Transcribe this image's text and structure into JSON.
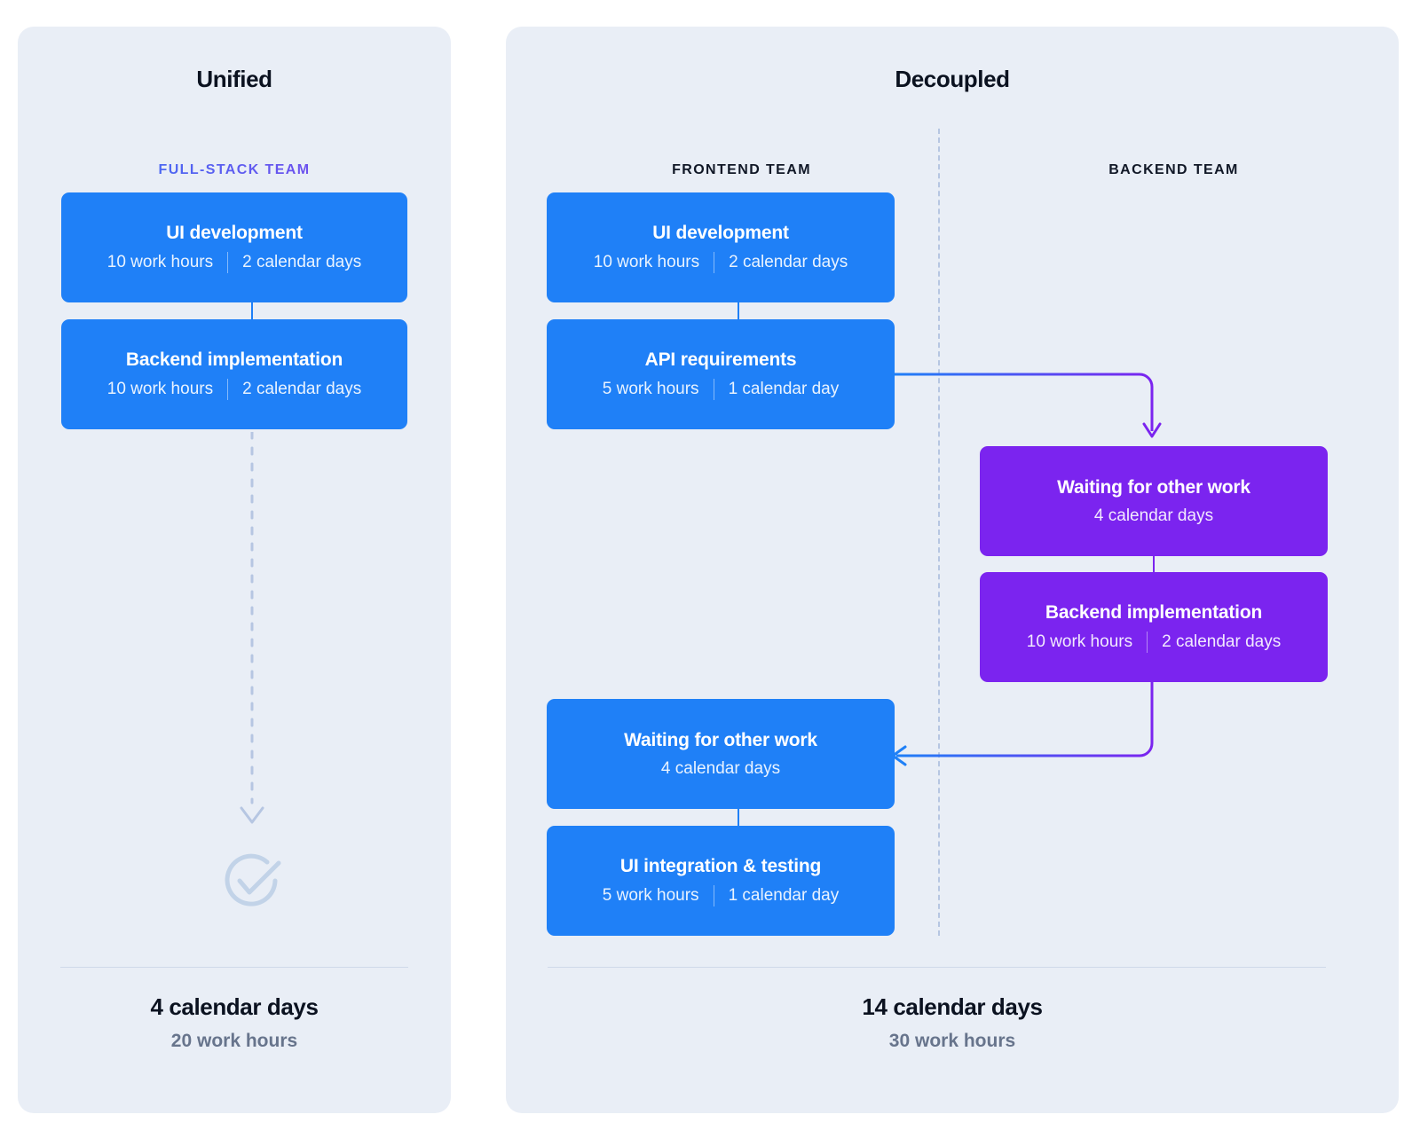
{
  "diagram": {
    "title_left": "Unified",
    "title_right": "Decoupled",
    "colors": {
      "page_background": "#ffffff",
      "panel_background": "#e9eef6",
      "task_blue": "#1f80f7",
      "task_purple": "#7b24ef",
      "gradient_start": "#2f7cf6",
      "gradient_end": "#8a3dea",
      "muted_text": "#67748c",
      "dashed_line": "#b6c6e2",
      "divider": "#cfd9e9",
      "heading_text": "#0b1220"
    }
  },
  "unified": {
    "panel_title": "Unified",
    "team_label": "FULL-STACK TEAM",
    "boxes": [
      {
        "title": "UI development",
        "hours": "10 work hours",
        "days": "2 calendar days",
        "color": "blue"
      },
      {
        "title": "Backend implementation",
        "hours": "10 work hours",
        "days": "2 calendar days",
        "color": "blue"
      }
    ],
    "flow_icon": "dashed-down-arrow-icon",
    "done_icon": "check-circle-icon",
    "total_days": "4 calendar days",
    "total_hours": "20 work hours"
  },
  "decoupled": {
    "panel_title": "Decoupled",
    "frontend_label": "FRONTEND TEAM",
    "backend_label": "BACKEND TEAM",
    "frontend_boxes": [
      {
        "title": "UI development",
        "hours": "10 work hours",
        "days": "2 calendar days",
        "color": "blue"
      },
      {
        "title": "API requirements",
        "hours": "5 work hours",
        "days": "1 calendar day",
        "color": "blue"
      },
      {
        "title": "Waiting for other work",
        "hours": "",
        "days": "4 calendar days",
        "color": "blue"
      },
      {
        "title": "UI integration & testing",
        "hours": "5 work hours",
        "days": "1 calendar day",
        "color": "blue"
      }
    ],
    "backend_boxes": [
      {
        "title": "Waiting for other work",
        "hours": "",
        "days": "4 calendar days",
        "color": "purple"
      },
      {
        "title": "Backend implementation",
        "hours": "10 work hours",
        "days": "2 calendar days",
        "color": "purple"
      }
    ],
    "handoff_arrows": [
      {
        "name": "api-requirements-to-backend-waiting",
        "from": "API requirements",
        "to": "Waiting for other work (backend)"
      },
      {
        "name": "backend-implementation-to-frontend-waiting",
        "from": "Backend implementation",
        "to": "Waiting for other work (frontend)"
      }
    ],
    "total_days": "14 calendar days",
    "total_hours": "30 work hours"
  }
}
